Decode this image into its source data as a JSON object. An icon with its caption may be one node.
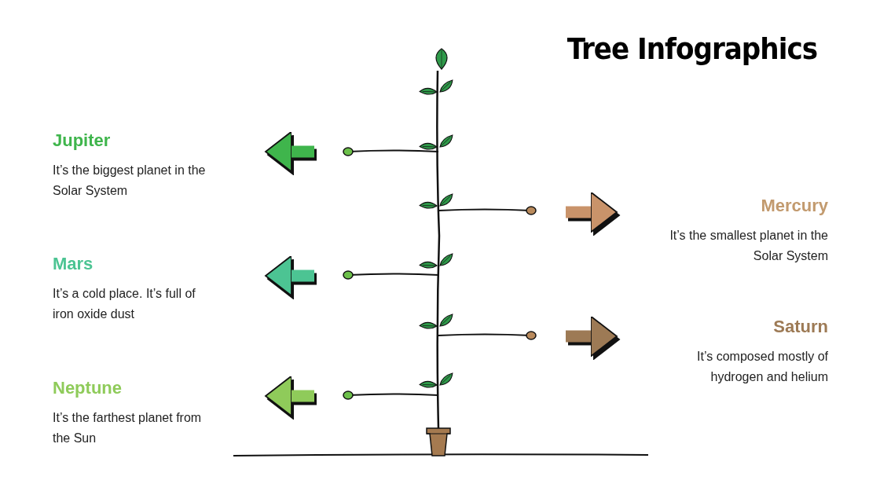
{
  "diagram": {
    "title": "Tree Infographics",
    "nodes": [
      {
        "text": [
          "Jupiter",
          "It’s the biggest planet in the Solar System"
        ]
      },
      {
        "text": [
          "Mercury",
          "It’s the smallest planet in the Solar System"
        ]
      },
      {
        "text": [
          "Mars",
          "It’s a cold place. It’s full of iron oxide dust"
        ]
      },
      {
        "text": [
          "Saturn",
          "It’s composed mostly of hydrogen and helium"
        ]
      },
      {
        "text": [
          "Neptune",
          "It’s the farthest planet from the Sun"
        ]
      }
    ]
  }
}
